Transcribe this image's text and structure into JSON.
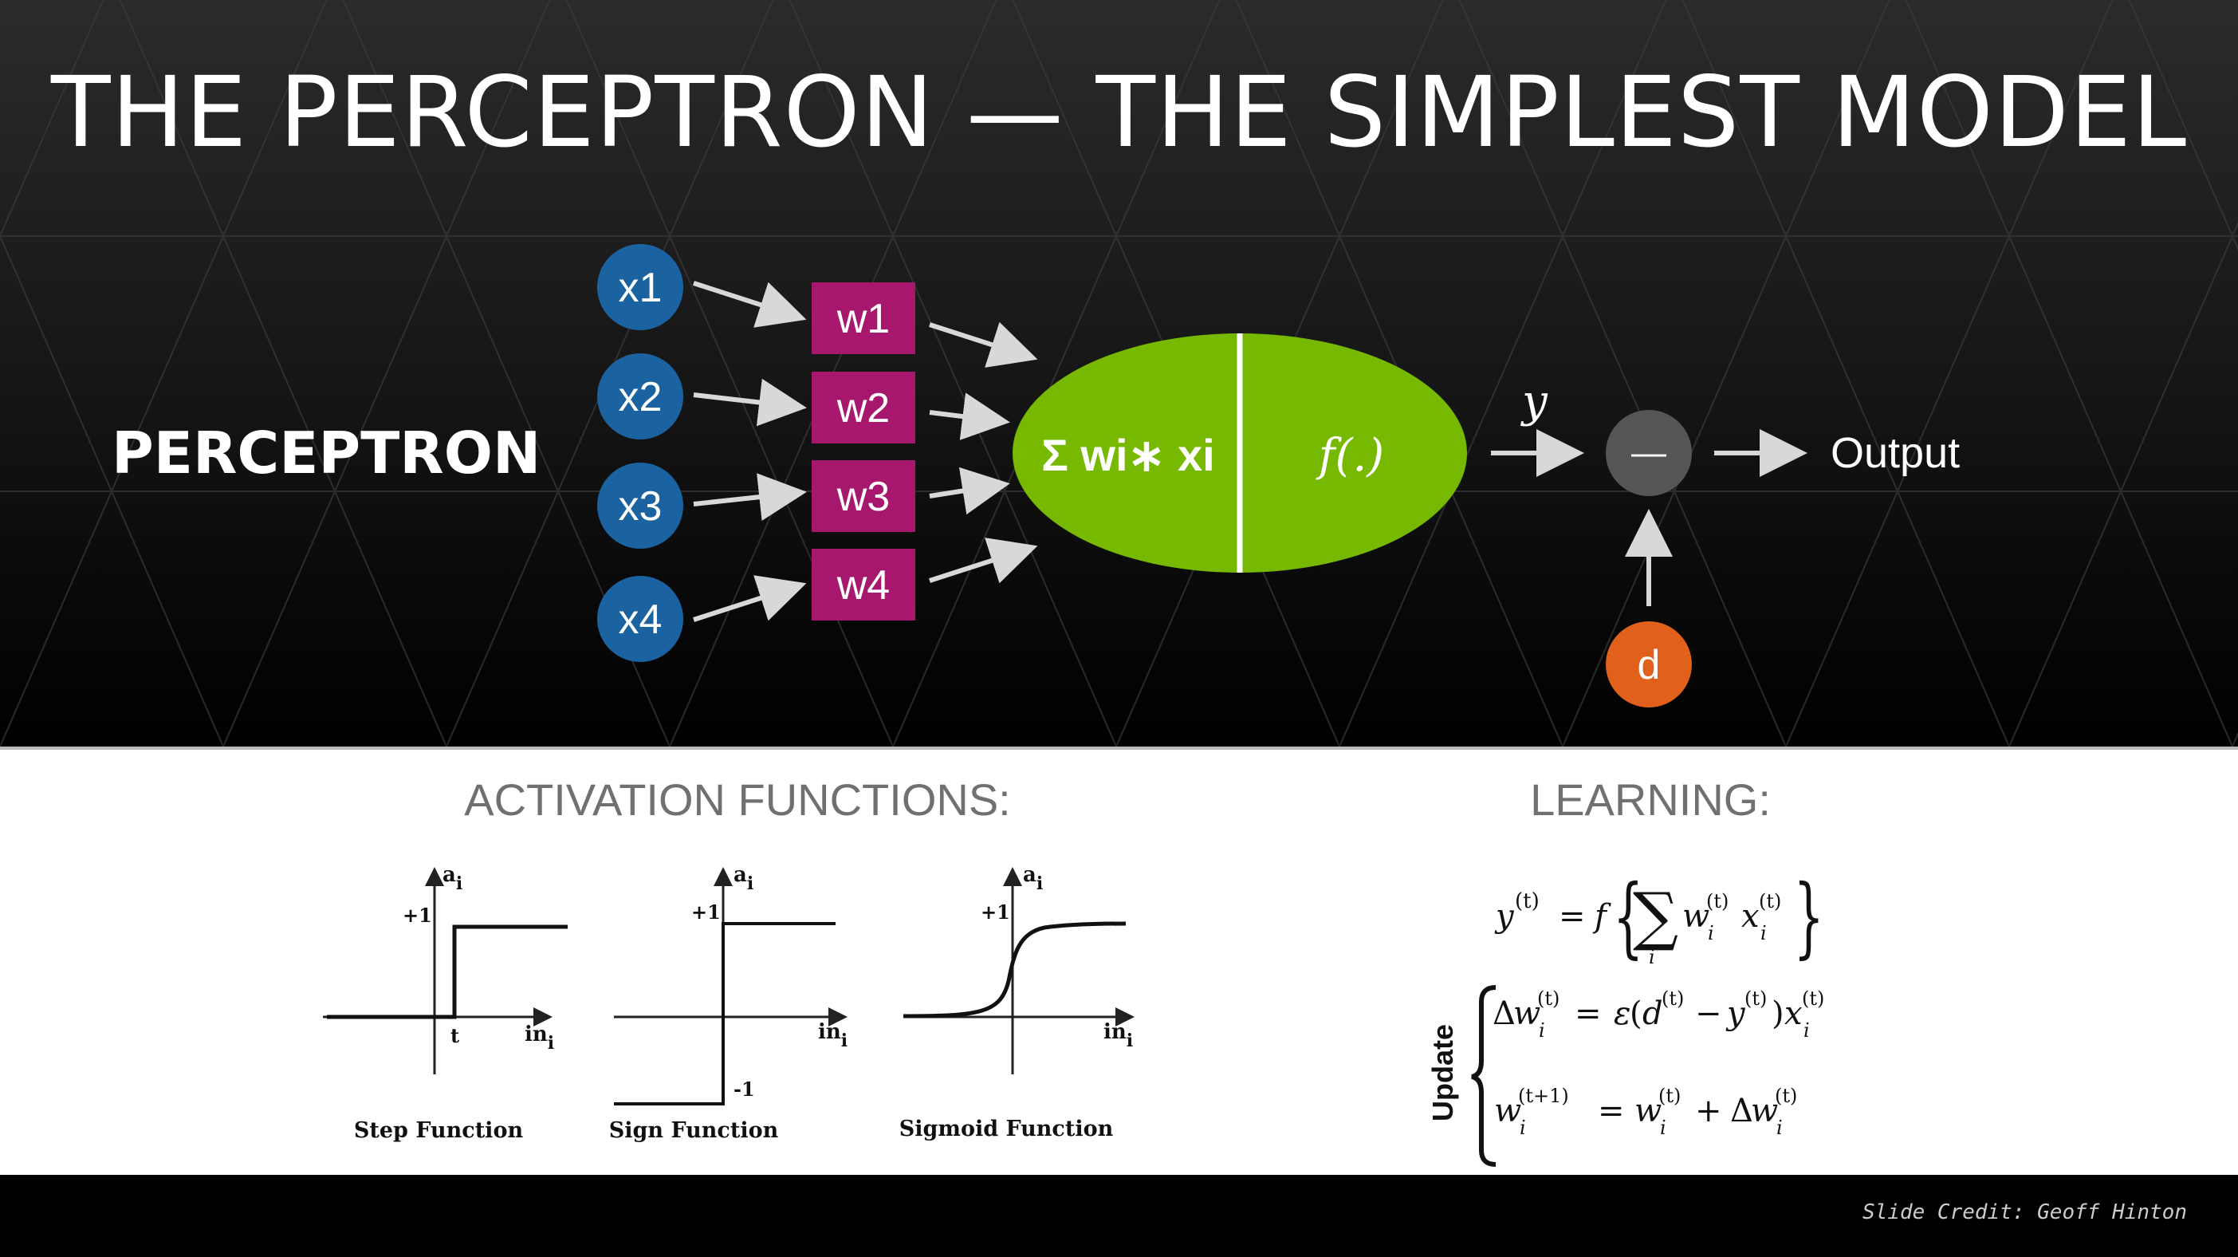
{
  "title": "THE PERCEPTRON — THE SIMPLEST MODEL",
  "perceptron_label": "PERCEPTRON",
  "inputs": [
    "x1",
    "x2",
    "x3",
    "x4"
  ],
  "weights": [
    "w1",
    "w2",
    "w3",
    "w4"
  ],
  "neuron": {
    "sum_label": "Σ wi∗ xi",
    "activation_label": "f(.)"
  },
  "y_label": "y",
  "comparator_label": "—",
  "desired_label": "d",
  "output_label": "Output",
  "activation_heading": "ACTIVATION FUNCTIONS:",
  "learning_heading": "LEARNING:",
  "activation_functions": [
    {
      "name": "Step Function",
      "y_axis": "a",
      "y_sub": "i",
      "x_axis": "in",
      "x_sub": "i",
      "plus_one": "+1",
      "threshold": "t"
    },
    {
      "name": "Sign Function",
      "y_axis": "a",
      "y_sub": "i",
      "x_axis": "in",
      "x_sub": "i",
      "plus_one": "+1",
      "minus_one": "-1"
    },
    {
      "name": "Sigmoid Function",
      "y_axis": "a",
      "y_sub": "i",
      "x_axis": "in",
      "x_sub": "i",
      "plus_one": "+1"
    }
  ],
  "update_label": "Update",
  "credit": "Slide Credit: Geoff Hinton",
  "colors": {
    "input_node": "#1a63a0",
    "weight_box": "#a8176e",
    "neuron": "#76b900",
    "comparator": "#555555",
    "desired_node": "#e0601c"
  }
}
